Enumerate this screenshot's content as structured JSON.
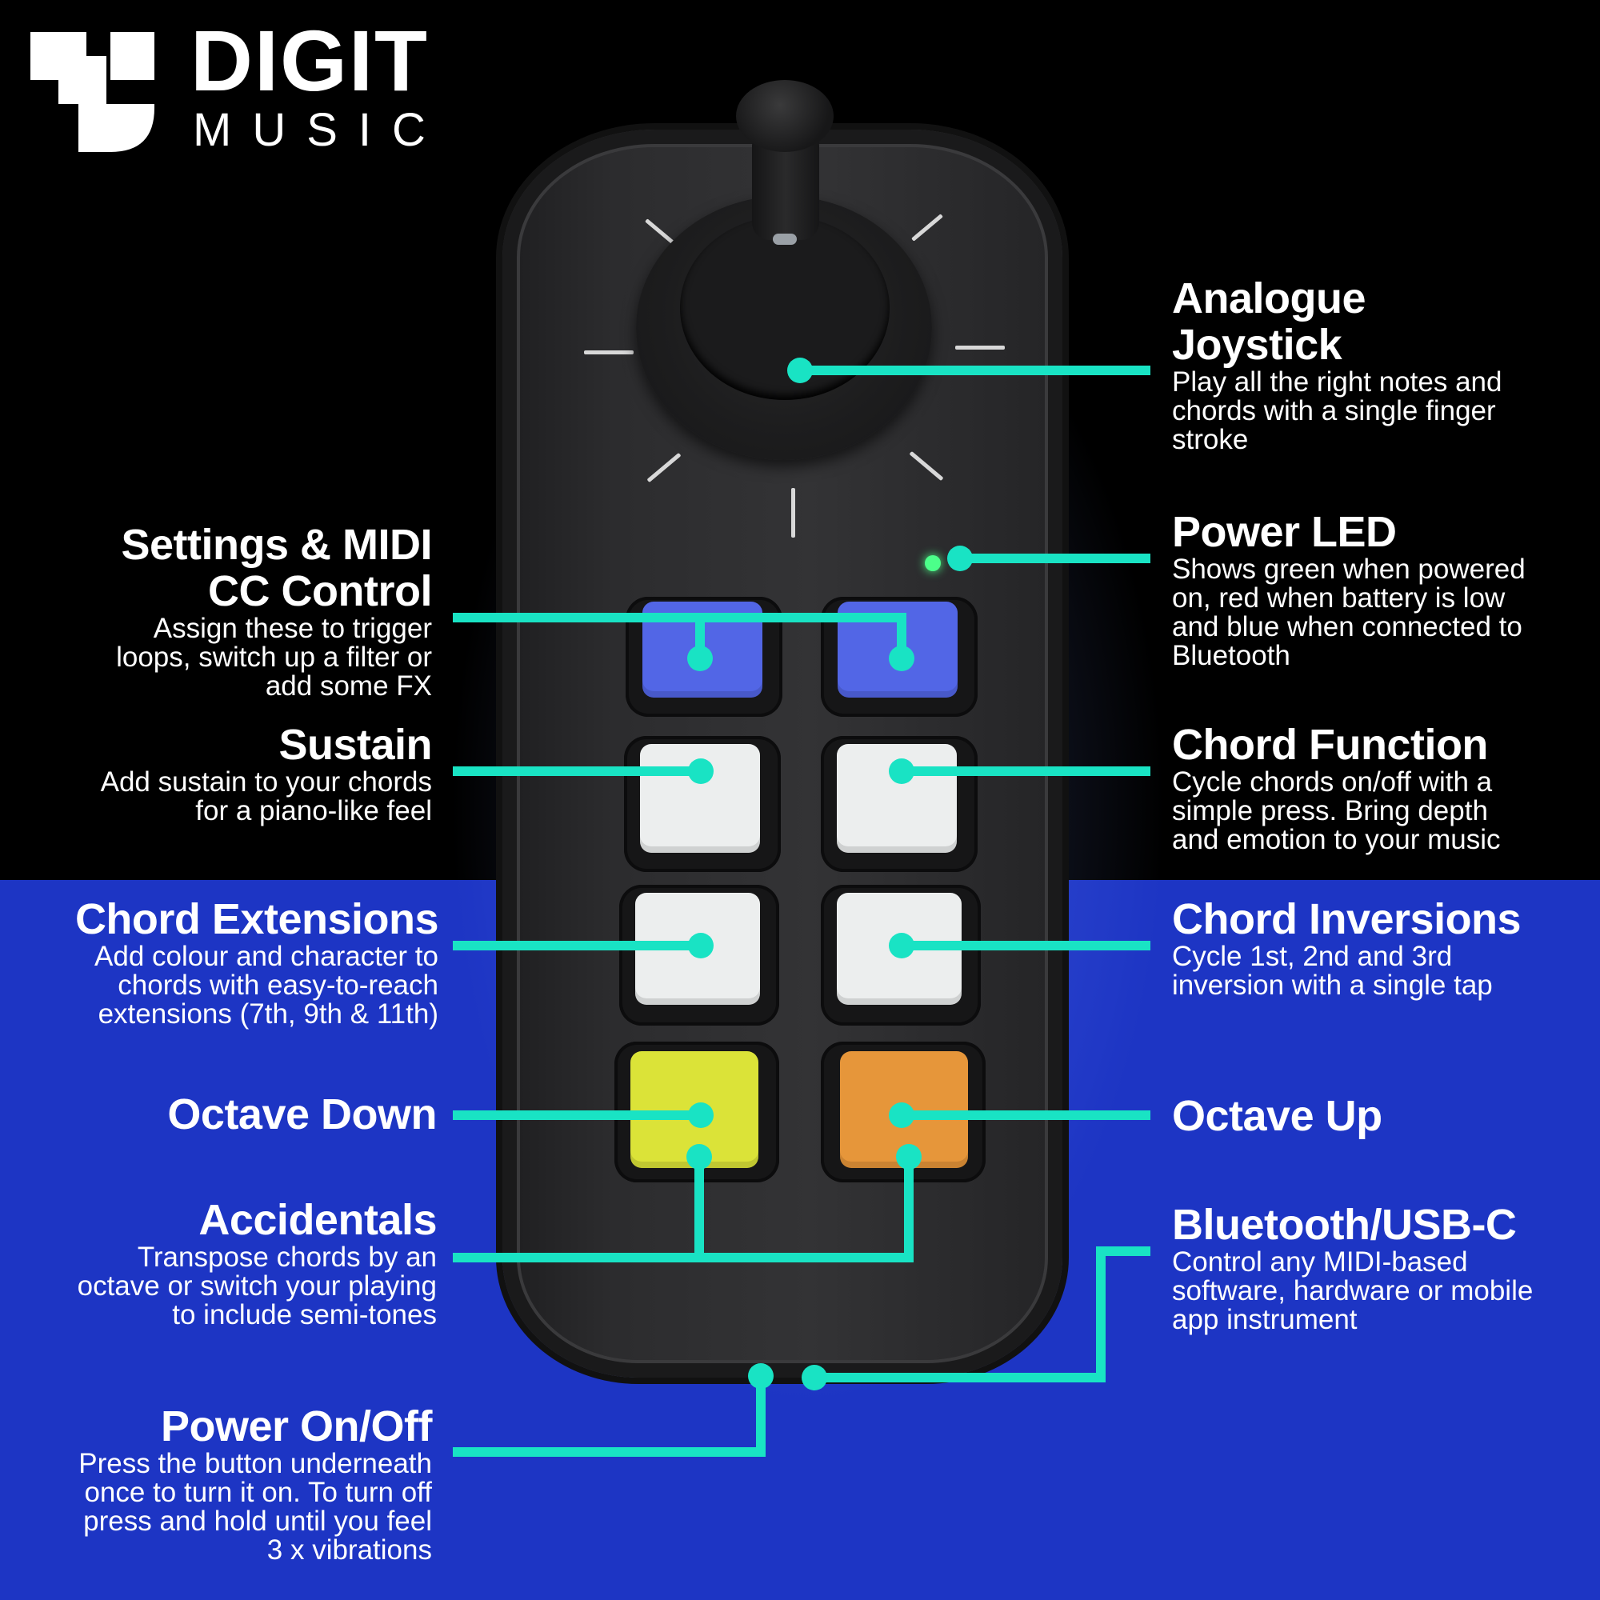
{
  "brand": {
    "name": "DIGIT",
    "sub": "MUSIC"
  },
  "accent_color": "#19e3c4",
  "callouts": {
    "joystick": {
      "title_line1": "Analogue",
      "title_line2": "Joystick",
      "desc_line1": "Play all the right notes and",
      "desc_line2": "chords with a single finger",
      "desc_line3": "stroke"
    },
    "power_led": {
      "title": "Power LED",
      "desc_line1": "Shows green when powered",
      "desc_line2": "on, red when battery is low",
      "desc_line3": "and blue when connected to",
      "desc_line4": "Bluetooth"
    },
    "settings": {
      "title_line1": "Settings & MIDI",
      "title_line2": "CC Control",
      "desc_line1": "Assign these to trigger",
      "desc_line2": "loops, switch up a filter or",
      "desc_line3": "add some FX"
    },
    "sustain": {
      "title": "Sustain",
      "desc_line1": "Add sustain to your chords",
      "desc_line2": "for a piano-like feel"
    },
    "chord_function": {
      "title": "Chord Function",
      "desc_line1": "Cycle chords on/off with a",
      "desc_line2": "simple press. Bring depth",
      "desc_line3": "and emotion to your music"
    },
    "chord_extensions": {
      "title": "Chord Extensions",
      "desc_line1": "Add colour and character to",
      "desc_line2": "chords with easy-to-reach",
      "desc_line3": "extensions (7th, 9th & 11th)"
    },
    "chord_inversions": {
      "title": "Chord Inversions",
      "desc_line1": "Cycle 1st, 2nd and 3rd",
      "desc_line2": "inversion with a single tap"
    },
    "octave_down": {
      "title": "Octave Down"
    },
    "octave_up": {
      "title": "Octave Up"
    },
    "accidentals": {
      "title": "Accidentals",
      "desc_line1": "Transpose chords by an",
      "desc_line2": "octave or switch your playing",
      "desc_line3": "to include semi-tones"
    },
    "bluetooth_usb": {
      "title": "Bluetooth/USB-C",
      "desc_line1": "Control any MIDI-based",
      "desc_line2": "software, hardware or mobile",
      "desc_line3": "app instrument"
    },
    "power_onoff": {
      "title": "Power On/Off",
      "desc_line1": "Press the button underneath",
      "desc_line2": "once to turn it on. To turn off",
      "desc_line3": "press and hold until you feel",
      "desc_line4": "3 x vibrations"
    }
  },
  "button_colors": {
    "blue": "#5266e6",
    "white": "#eceeee",
    "yellow": "#dbe338",
    "orange": "#e6963a"
  }
}
